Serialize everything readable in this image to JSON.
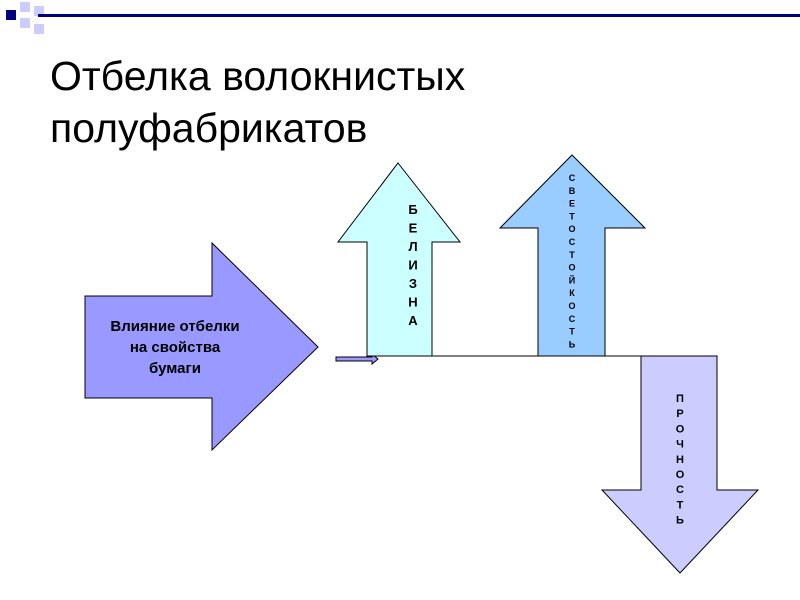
{
  "title": {
    "line1": "Отбелка волокнистых",
    "line2": "полуфабрикатов"
  },
  "main_arrow": {
    "lines": [
      "Влияние отбелки",
      "на свойства",
      "бумаги"
    ],
    "color": "#9999FF"
  },
  "arrow_whiteness": {
    "label": "БЕЛИЗНА",
    "color": "#CCFFFF"
  },
  "arrow_lightfastness": {
    "label": "СВЕТОСТОЙКОСТЬ",
    "color": "#99CCFF"
  },
  "arrow_strength": {
    "label": "ПРОЧНОСТЬ",
    "color": "#CCCCFF"
  },
  "decor": {
    "dark_square": "#000080",
    "light_square": "#CCCCFF",
    "line_color": "#000080"
  }
}
